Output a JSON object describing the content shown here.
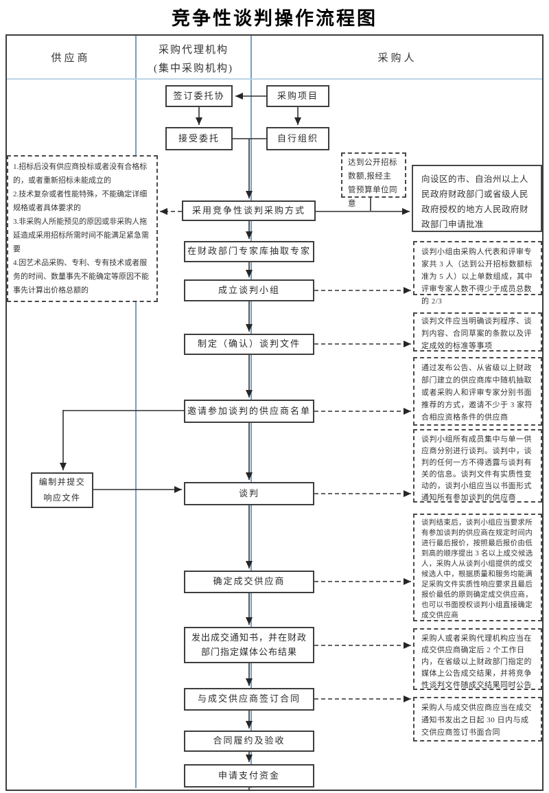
{
  "title": "竞争性谈判操作流程图",
  "columns": {
    "supplier": "供应商",
    "agency_line1": "采购代理机构",
    "agency_line2": "(集中采购机构)",
    "purchaser": "采购人"
  },
  "nodes": {
    "sign_agreement": "签订委托协",
    "procurement_project": "采购项目",
    "accept_entrustment": "接受委托",
    "self_organize": "自行组织",
    "adopt_method": "采用竞争性谈判采购方式",
    "draw_experts": "在财政部门专家库抽取专家",
    "form_team": "成立谈判小组",
    "make_documents": "制定（确认）谈判文件",
    "invite_list": "邀请参加谈判的供应商名单",
    "negotiation": "谈判",
    "determine_supplier": "确定成交供应商",
    "issue_notice": "发出成交通知书，并在财政部门指定媒体公布结果",
    "sign_contract": "与成交供应商签订合同",
    "contract_acceptance": "合同履约及验收",
    "request_payment": "申请支付资金",
    "prepare_response": "编制并提交响应文件"
  },
  "notes": {
    "applicable_conditions": [
      "1.招标后没有供应商投标或者没有合格标的，或者重新招标未能成立的",
      "2.技术复杂或者性能特殊，不能确定详细规格或者具体要求的",
      "3.非采购人所能预见的原因或非采购人拖延造成采用招标所需时间不能满足紧急需要",
      "4.因艺术品采购、专利、专有技术或者服务的时间、数量事先不能确定等原因不能事先计算出价格总额的"
    ],
    "threshold": "达到公开招标数额,报经主管预算单位同意",
    "approval": "向设区的市、自治州以上人民政府财政部门或省级人民政府授权的地方人民政府财政部门申请批准",
    "team_composition": "谈判小组由采购人代表和评审专家共 3 人（达到公开招标数额标准为 5 人）以上单数组成，其中评审专家人数不得少于成员总数的 2/3",
    "document_requirements": "谈判文件应当明确谈判程序、谈判内容、合同草案的条款以及评定成效的标准等事项",
    "invitation_method": "通过发布公告、从省级以上财政部门建立的供应商库中随机抽取或者采购人和评审专家分别书面推荐的方式，邀请不少于 3 家符合相应资格条件的供应商",
    "negotiation_rules": "谈判小组所有成员集中与单一供应商分别进行谈判。谈判中，谈判的任何一方不得透露与谈判有关的信息。谈判文件有实质性变动的，谈判小组应当以书面形式通知所有参加谈判的供应商",
    "final_quotation": "谈判结束后，谈判小组应当要求所有参加谈判的供应商在规定时间内进行最后报价，按照最后报价由低到高的顺序提出 3 名以上成交候选人，采购人从谈判小组提供的成交候选人中，根据质量和服务均能满足采购文件实质性响应要求且最后报价最低的原则确定成交供应商，也可以书面授权谈判小组直接确定成交供应商",
    "result_announcement": "采购人或者采购代理机构应当在成交供应商确定后 2 个工作日内，在省级以上财政部门指定的媒体上公告成交结果，并将竞争性谈判文件随成交结果同时公告",
    "contract_deadline": "采购人与成交供应商应当在成交通知书发出之日起 30 日内与成交供应商签订书面合同"
  },
  "colors": {
    "box_line": "#3d3d3d",
    "divider_vertical": "#7b9cba",
    "divider_horizontal": "#b9d3e6"
  }
}
